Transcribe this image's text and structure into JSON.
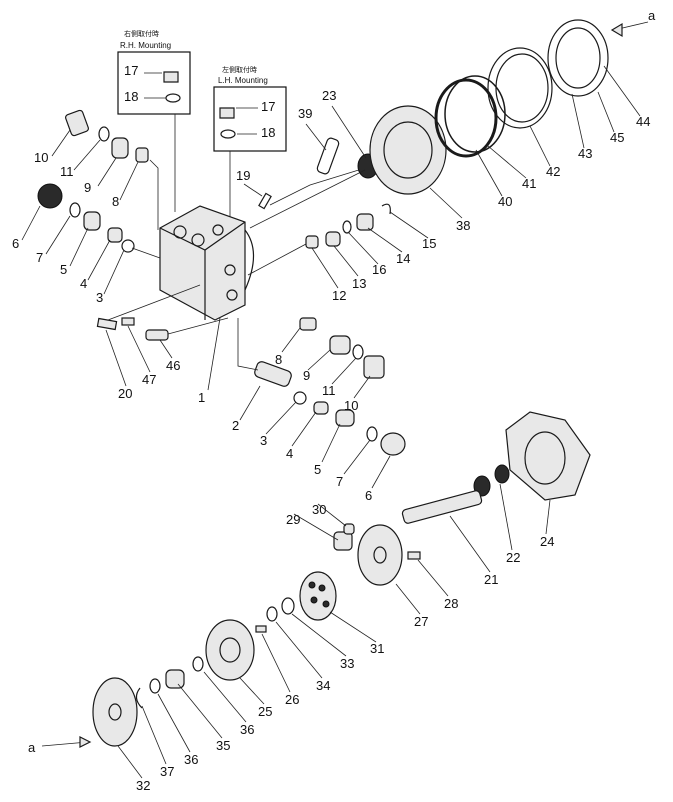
{
  "insets": {
    "right": {
      "title_cn": "右側取付時",
      "title_en": "R.H. Mounting",
      "items": [
        "17",
        "18"
      ]
    },
    "left": {
      "title_cn": "左側取付時",
      "title_en": "L.H. Mounting",
      "items": [
        "17",
        "18"
      ]
    }
  },
  "arrow_label": "a",
  "callouts": {
    "c1": "1",
    "c2": "2",
    "c3a": "3",
    "c3b": "3",
    "c4a": "4",
    "c4b": "4",
    "c5a": "5",
    "c5b": "5",
    "c6a": "6",
    "c6b": "6",
    "c7a": "7",
    "c7b": "7",
    "c8a": "8",
    "c8b": "8",
    "c9a": "9",
    "c9b": "9",
    "c10a": "10",
    "c10b": "10",
    "c11a": "11",
    "c11b": "11",
    "c12": "12",
    "c13": "13",
    "c14": "14",
    "c15": "15",
    "c16": "16",
    "c19": "19",
    "c20": "20",
    "c21": "21",
    "c22": "22",
    "c23": "23",
    "c24": "24",
    "c25": "25",
    "c26": "26",
    "c27": "27",
    "c28": "28",
    "c29": "29",
    "c30": "30",
    "c31": "31",
    "c32": "32",
    "c33": "33",
    "c34": "34",
    "c35": "35",
    "c36a": "36",
    "c36b": "36",
    "c37": "37",
    "c38": "38",
    "c39": "39",
    "c40": "40",
    "c41": "41",
    "c42": "42",
    "c43": "43",
    "c44": "44",
    "c45": "45",
    "c46": "46",
    "c47": "47"
  }
}
